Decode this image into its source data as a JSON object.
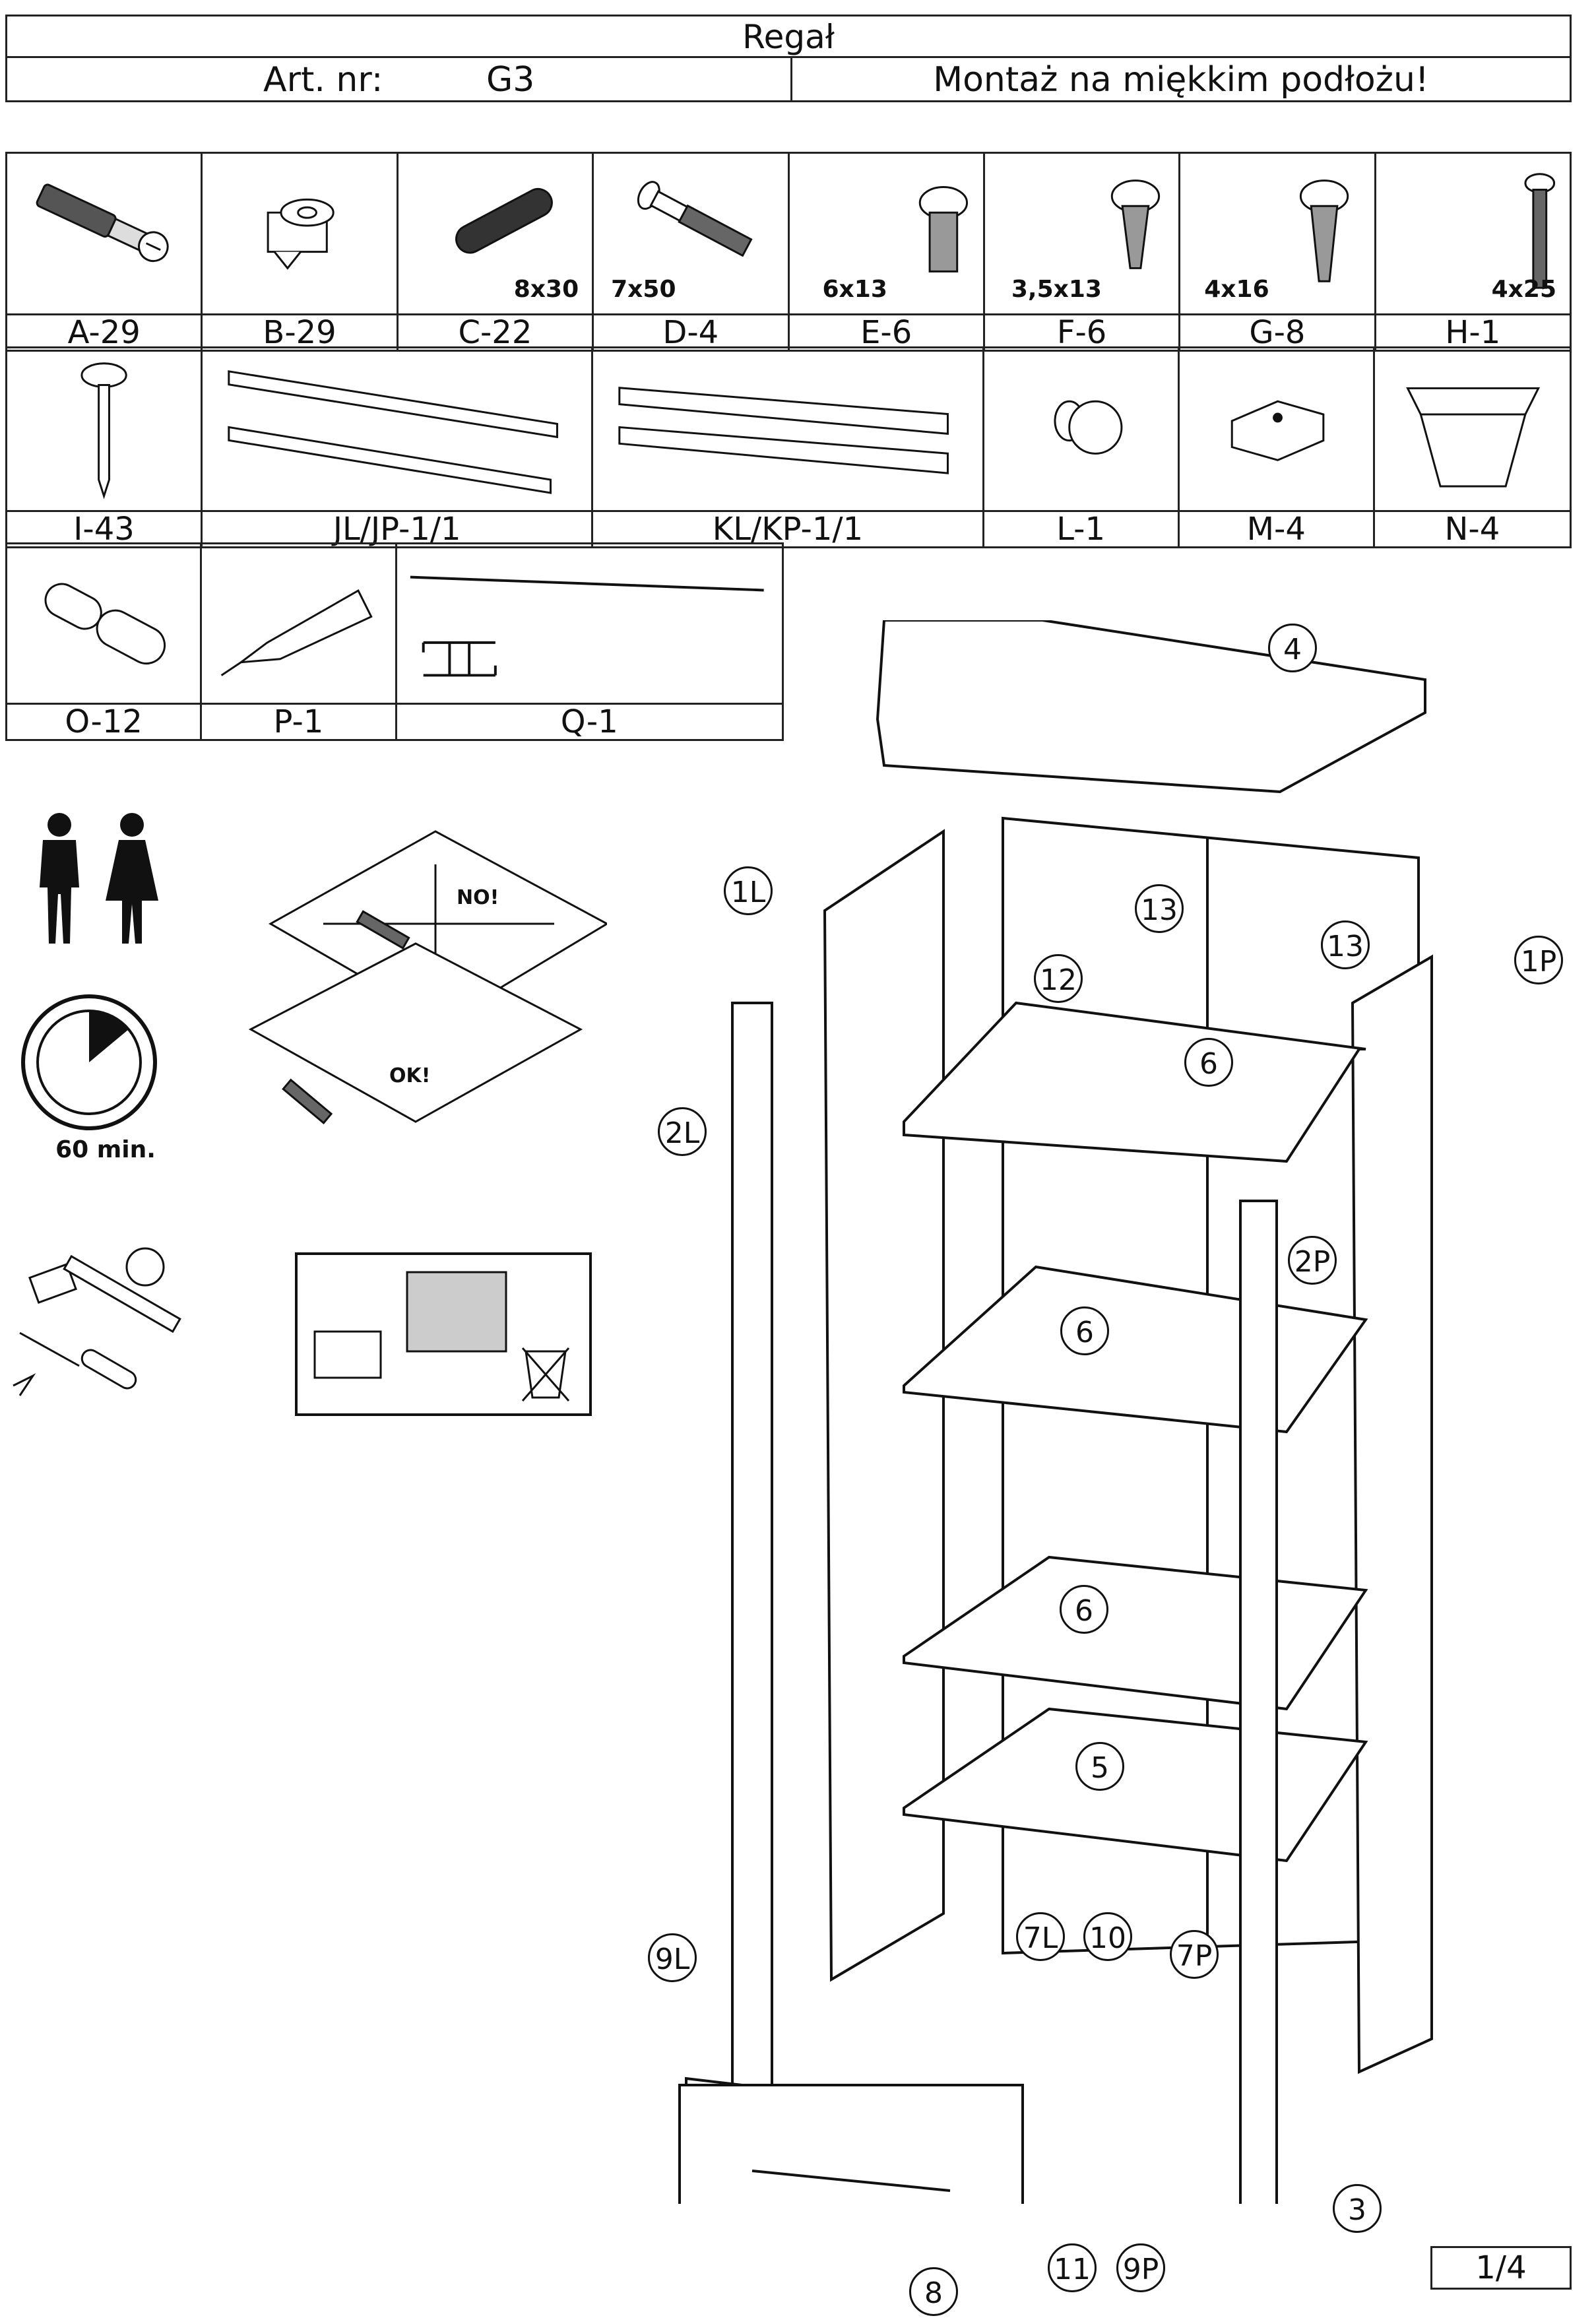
{
  "header": {
    "title": "Regał",
    "art_label": "Art. nr:",
    "art_code": "G3",
    "note": "Montaż na miękkim podłożu!"
  },
  "parts_row1": [
    {
      "label": "A-29",
      "dim": "",
      "icon": "cam-bolt-icon"
    },
    {
      "label": "B-29",
      "dim": "",
      "icon": "cam-lock-icon"
    },
    {
      "label": "C-22",
      "dim": "8x30",
      "icon": "dowel-icon"
    },
    {
      "label": "D-4",
      "dim": "7x50",
      "icon": "bolt-icon"
    },
    {
      "label": "E-6",
      "dim": "6x13",
      "icon": "screw-icon"
    },
    {
      "label": "F-6",
      "dim": "3,5x13",
      "icon": "wood-screw-icon"
    },
    {
      "label": "G-8",
      "dim": "4x16",
      "icon": "wood-screw-icon"
    },
    {
      "label": "H-1",
      "dim": "4x25",
      "icon": "machine-screw-icon"
    }
  ],
  "parts_row2": [
    {
      "label": "I-43",
      "icon": "nail-icon"
    },
    {
      "label": "JL/JP-1/1",
      "icon": "drawer-slide-icon"
    },
    {
      "label": "KL/KP-1/1",
      "icon": "drawer-runner-icon"
    },
    {
      "label": "L-1",
      "icon": "knob-icon"
    },
    {
      "label": "M-4",
      "icon": "foot-pad-icon"
    },
    {
      "label": "N-4",
      "icon": "leg-icon"
    }
  ],
  "parts_row3": [
    {
      "label": "O-12",
      "icon": "shelf-pin-icon"
    },
    {
      "label": "P-1",
      "icon": "glue-tube-icon"
    },
    {
      "label": "Q-1",
      "icon": "rail-profile-icon"
    }
  ],
  "info": {
    "time": "60 min.",
    "no_label": "NO!",
    "ok_label": "OK!"
  },
  "callouts": {
    "c4": "4",
    "c1L": "1L",
    "c13a": "13",
    "c13b": "13",
    "c1P": "1P",
    "c12": "12",
    "c6a": "6",
    "c2L": "2L",
    "c2P": "2P",
    "c6b": "6",
    "c6c": "6",
    "c5": "5",
    "c9L": "9L",
    "c7L": "7L",
    "c10": "10",
    "c7P": "7P",
    "c3": "3",
    "c8": "8",
    "c11": "11",
    "c9P": "9P"
  },
  "page": "1/4"
}
